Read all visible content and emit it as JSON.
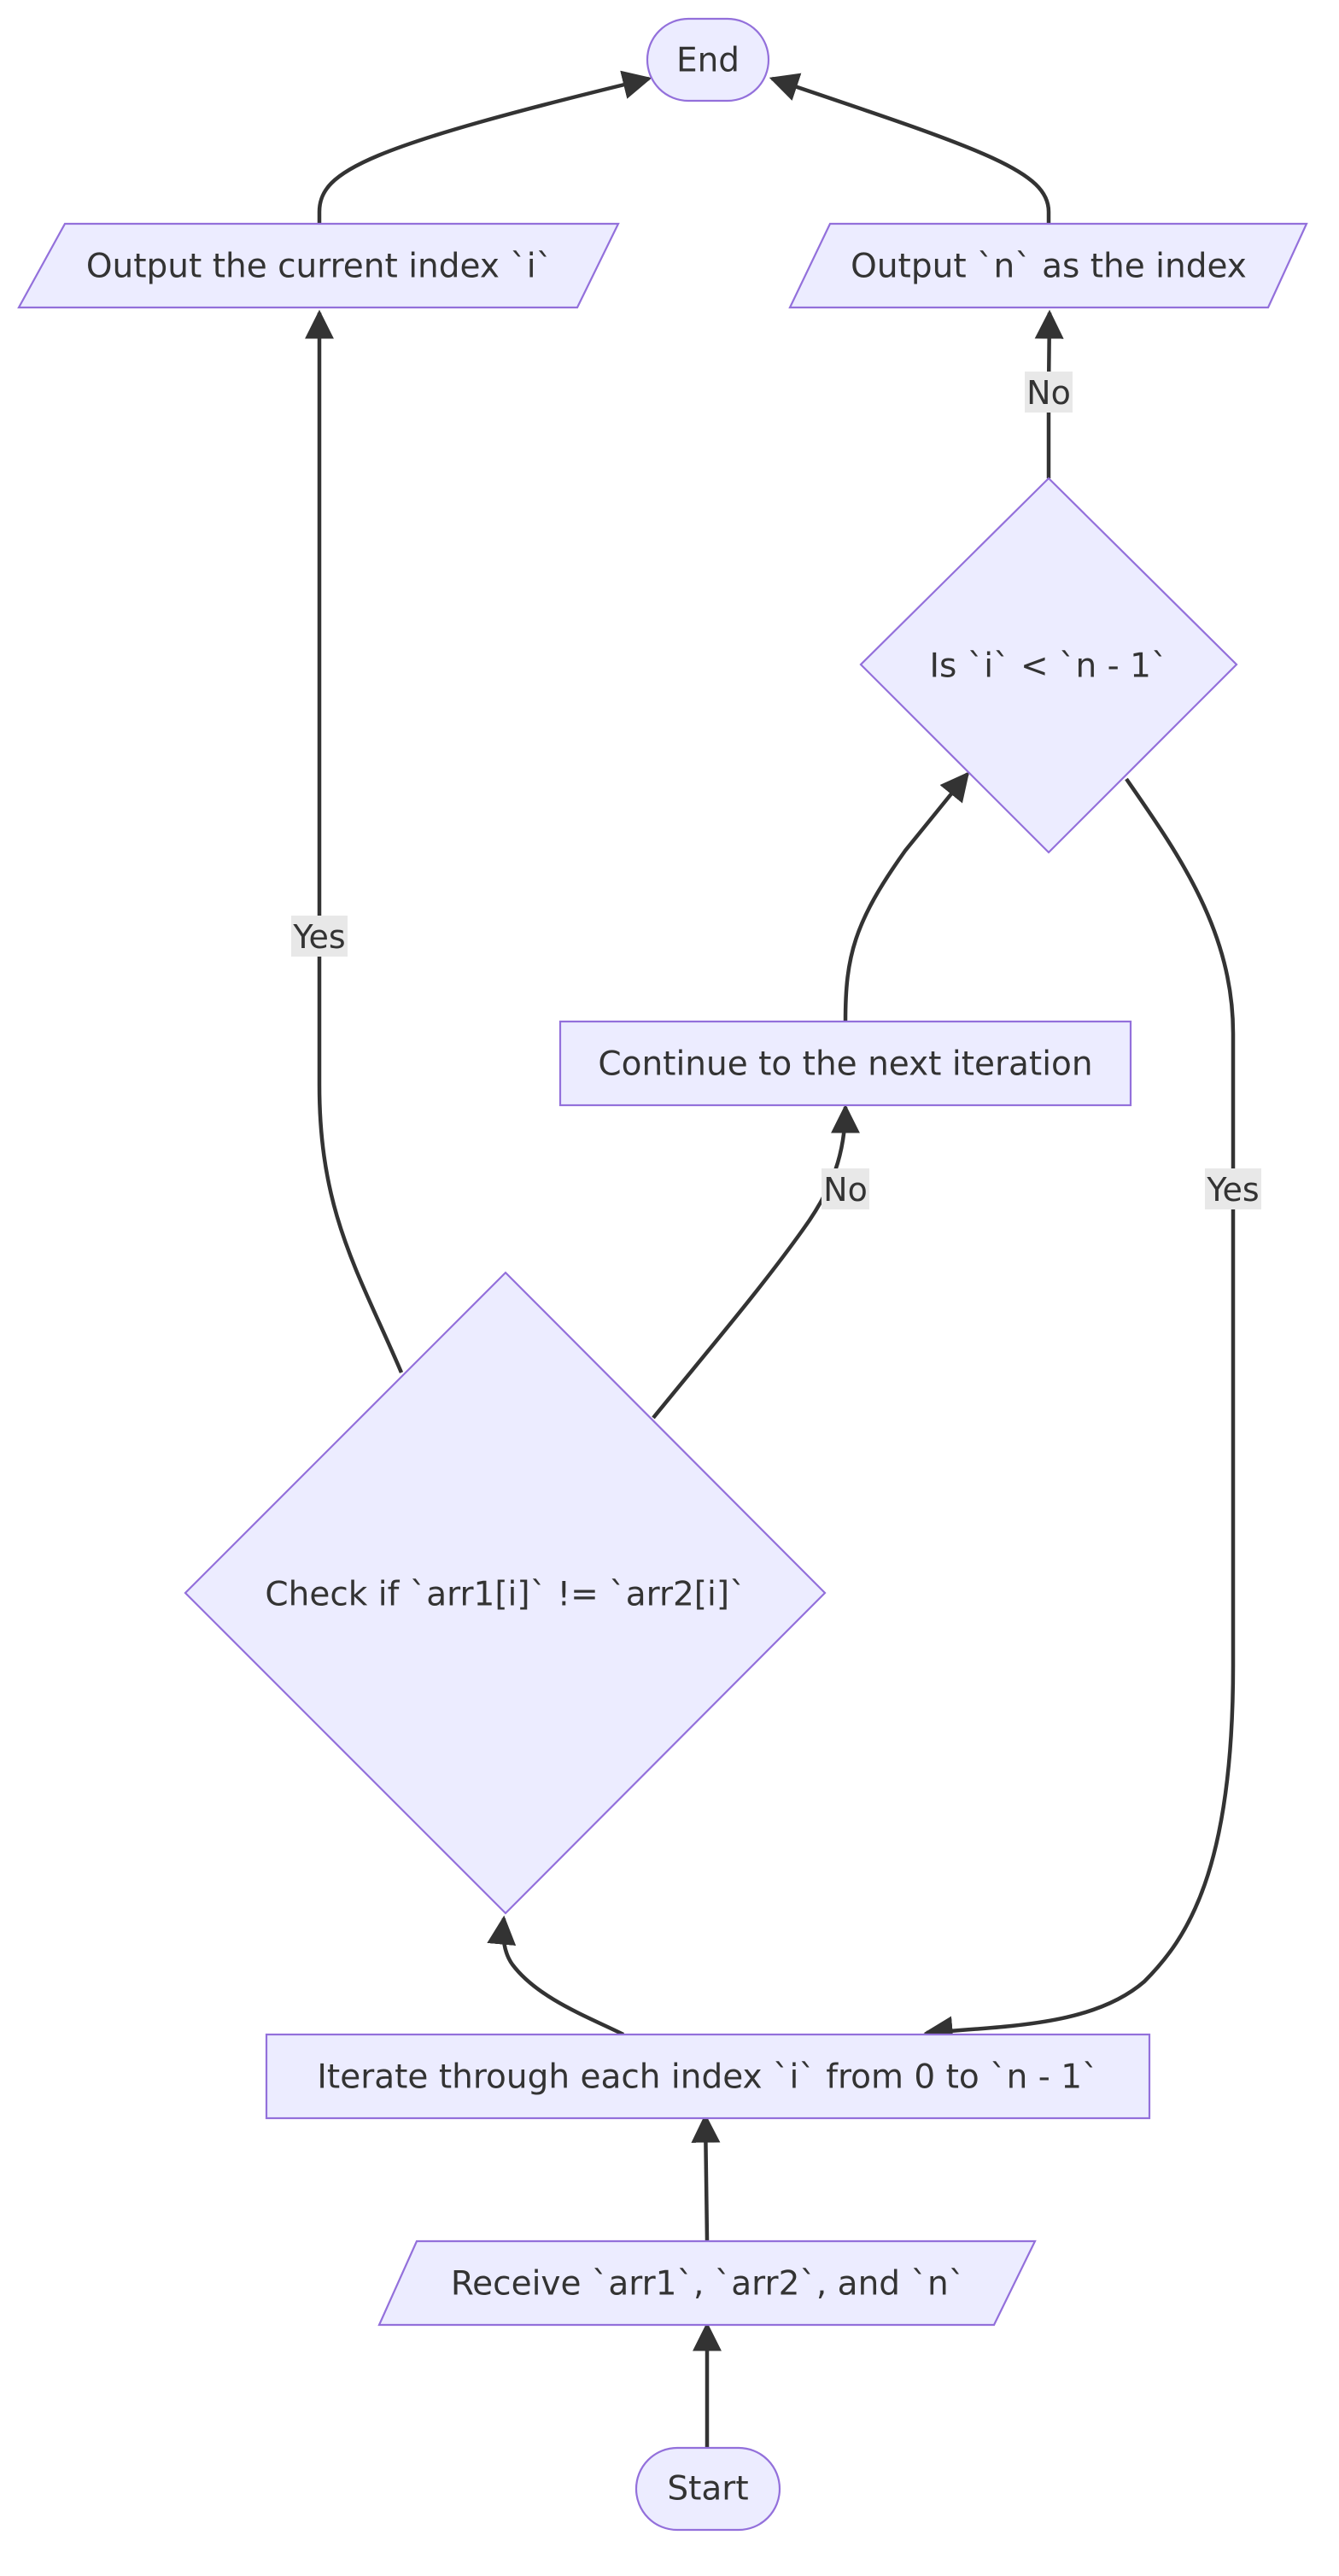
{
  "diagram": {
    "type": "flowchart",
    "colors": {
      "node_fill": "#ECECFF",
      "node_stroke": "#9370DB",
      "edge": "#333333",
      "text": "#333333",
      "label_bg": "#E8E8E8"
    },
    "nodes": {
      "start": {
        "text": "Start",
        "shape": "stadium"
      },
      "receive": {
        "text": "Receive `arr1`, `arr2`, and `n`",
        "shape": "parallelogram"
      },
      "iterate": {
        "text": "Iterate through each index `i` from 0 to `n - 1`",
        "shape": "rectangle"
      },
      "check": {
        "text": "Check if `arr1[i]` != `arr2[i]`",
        "shape": "diamond"
      },
      "continue_next": {
        "text": "Continue to the next iteration",
        "shape": "rectangle"
      },
      "is_last": {
        "text": "Is `i` < `n - 1`",
        "shape": "diamond"
      },
      "output_i": {
        "text": "Output the current index `i`",
        "shape": "parallelogram"
      },
      "output_n": {
        "text": "Output `n` as the index",
        "shape": "parallelogram"
      },
      "end": {
        "text": "End",
        "shape": "stadium"
      }
    },
    "edges": [
      {
        "from": "start",
        "to": "receive",
        "label": ""
      },
      {
        "from": "receive",
        "to": "iterate",
        "label": ""
      },
      {
        "from": "iterate",
        "to": "check",
        "label": ""
      },
      {
        "from": "check",
        "to": "output_i",
        "label": "Yes"
      },
      {
        "from": "check",
        "to": "continue_next",
        "label": "No"
      },
      {
        "from": "continue_next",
        "to": "is_last",
        "label": ""
      },
      {
        "from": "is_last",
        "to": "iterate",
        "label": "Yes"
      },
      {
        "from": "is_last",
        "to": "output_n",
        "label": "No"
      },
      {
        "from": "output_i",
        "to": "end",
        "label": ""
      },
      {
        "from": "output_n",
        "to": "end",
        "label": ""
      }
    ]
  }
}
